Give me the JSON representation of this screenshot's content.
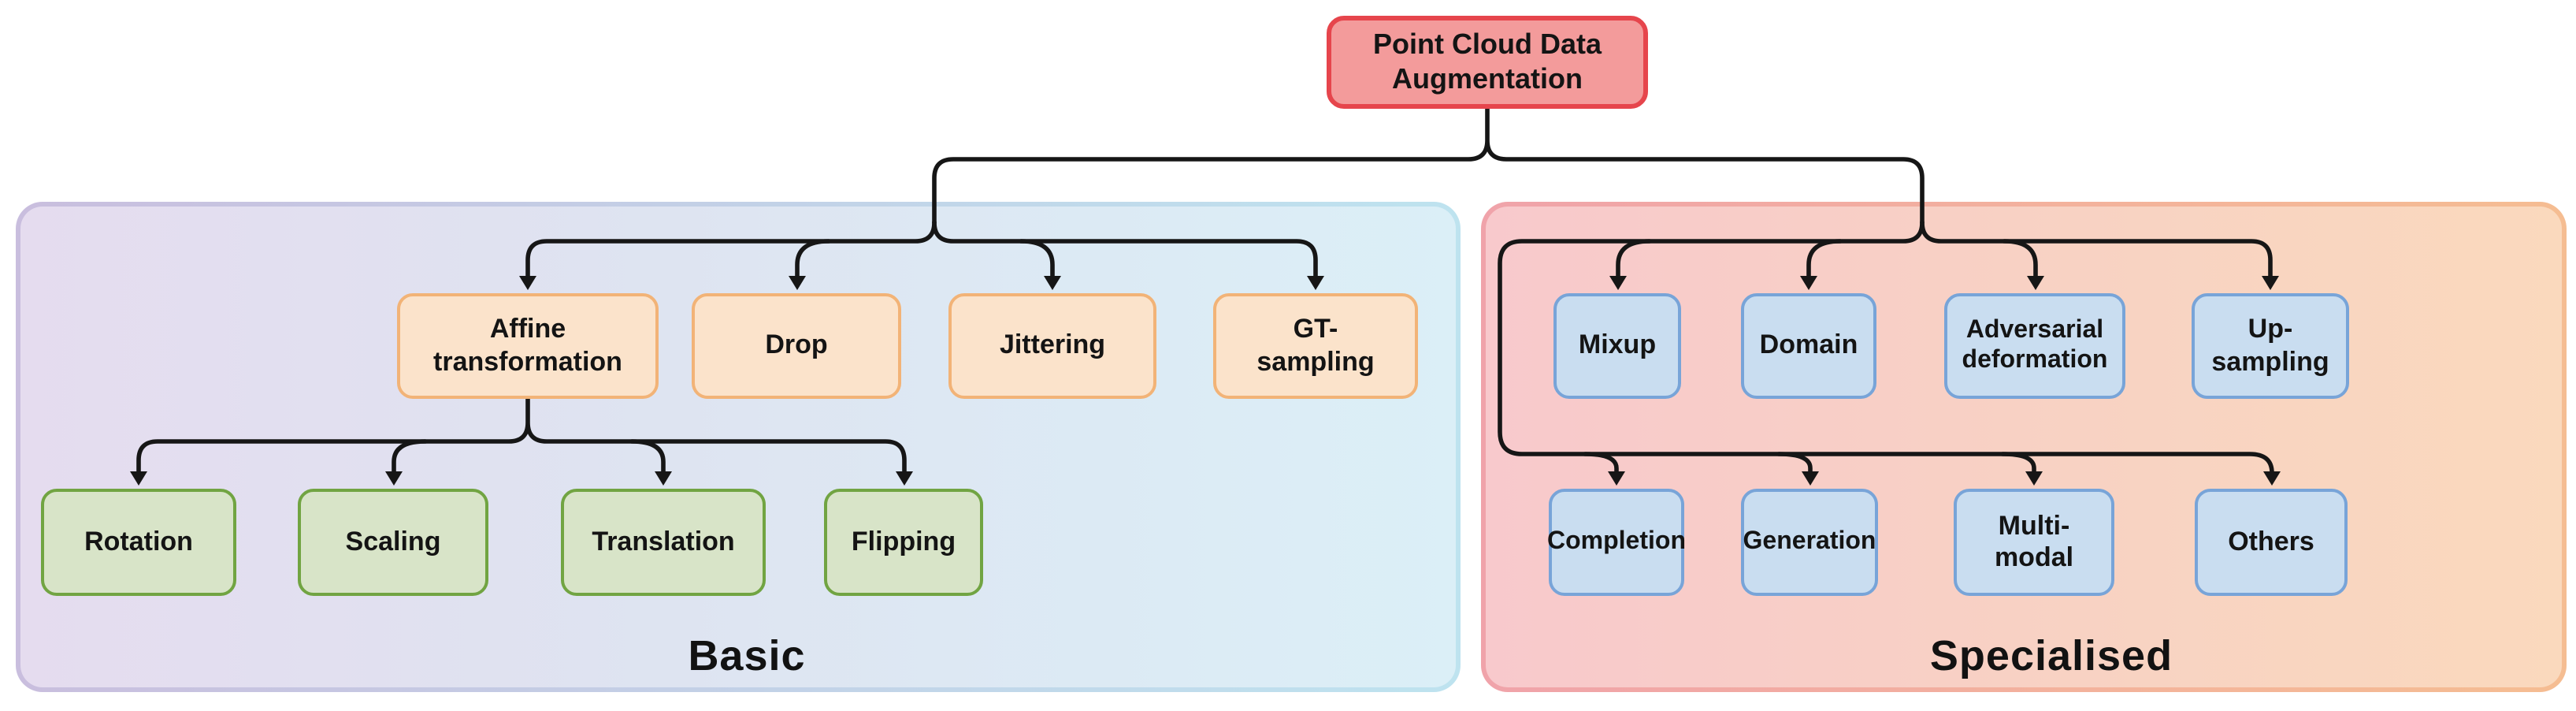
{
  "root": {
    "label": "Point Cloud Data\nAugmentation"
  },
  "basic": {
    "label": "Basic",
    "level1": [
      {
        "label": "Affine\ntransformation"
      },
      {
        "label": "Drop"
      },
      {
        "label": "Jittering"
      },
      {
        "label": "GT-\nsampling"
      }
    ],
    "level2": [
      {
        "label": "Rotation"
      },
      {
        "label": "Scaling"
      },
      {
        "label": "Translation"
      },
      {
        "label": "Flipping"
      }
    ]
  },
  "specialised": {
    "label": "Specialised",
    "row1": [
      {
        "label": "Mixup"
      },
      {
        "label": "Domain"
      },
      {
        "label": "Adversarial\ndeformation"
      },
      {
        "label": "Up-\nsampling"
      }
    ],
    "row2": [
      {
        "label": "Completion"
      },
      {
        "label": "Generation"
      },
      {
        "label": "Multi-\nmodal"
      },
      {
        "label": "Others"
      }
    ]
  },
  "colors": {
    "root_fill": "#F39B9B",
    "root_border": "#E6454C",
    "basic_box_fill": "#FBE3CB",
    "basic_box_border": "#F2B377",
    "basic_sub_fill": "#D8E4C8",
    "basic_sub_border": "#71A442",
    "spec_box_fill": "#C9DDF0",
    "spec_box_border": "#78A4D8",
    "panel_basic_gradient": [
      "#E5DCEF",
      "#DBEFF7"
    ],
    "panel_spec_gradient": [
      "#F8C9CC",
      "#FAD9BD"
    ],
    "line": "#161616"
  }
}
